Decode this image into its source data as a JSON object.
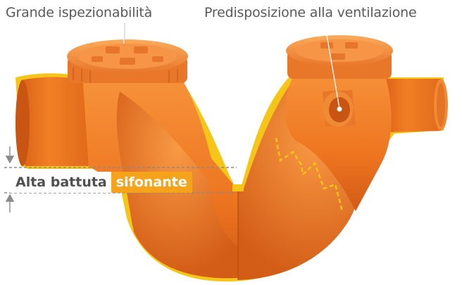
{
  "labels": {
    "inspection": "Grande ispezionabilità",
    "ventilation": "Predisposizione alla ventilazione",
    "seal_bold": "Alta battuta",
    "seal_accent": "sifonante"
  },
  "colors": {
    "pipe_orange": "#f07a22",
    "pipe_dark": "#d8601a",
    "pipe_light": "#f9a14b",
    "edge_yellow": "#f5c518",
    "accent": "#f5a31a",
    "text": "#5a5a5a",
    "dashed_line": "#8a8a8a"
  },
  "icons": [
    "arrow-down-icon",
    "arrow-up-icon",
    "callout-dot-icon"
  ]
}
